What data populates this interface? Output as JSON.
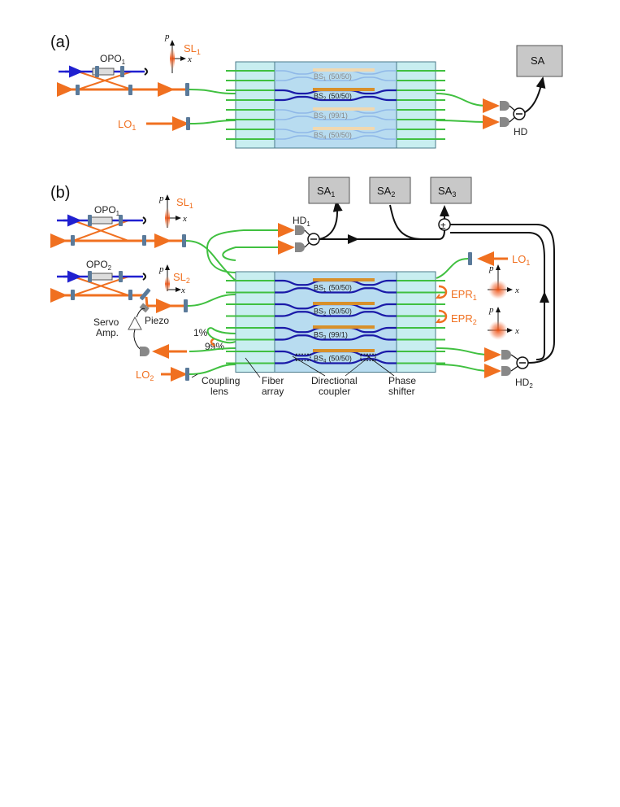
{
  "panels": {
    "a": "(a)",
    "b": "(b)"
  },
  "axes": {
    "p": "p",
    "x": "x"
  },
  "panel_a": {
    "opo": "OPO",
    "opo_sub": "1",
    "sl": "SL",
    "sl_sub": "1",
    "lo": "LO",
    "lo_sub": "1",
    "hd": "HD",
    "sa": "SA",
    "beamsplitters": [
      {
        "name": "BS",
        "sub": "1",
        "ratio": "(50/50)"
      },
      {
        "name": "BS",
        "sub": "2",
        "ratio": "(50/50)"
      },
      {
        "name": "BS",
        "sub": "3",
        "ratio": "(99/1)"
      },
      {
        "name": "BS",
        "sub": "4",
        "ratio": "(50/50)"
      }
    ]
  },
  "panel_b": {
    "opo1": "OPO",
    "opo1_sub": "1",
    "opo2": "OPO",
    "opo2_sub": "2",
    "sl1": "SL",
    "sl1_sub": "1",
    "sl2": "SL",
    "sl2_sub": "2",
    "servo": "Servo",
    "servo2": "Amp.",
    "piezo": "Piezo",
    "pct1": "1%",
    "pct99": "99%",
    "lo1": "LO",
    "lo1_sub": "1",
    "lo2": "LO",
    "lo2_sub": "2",
    "hd1": "HD",
    "hd1_sub": "1",
    "hd2": "HD",
    "hd2_sub": "2",
    "sa1": "SA",
    "sa1_sub": "1",
    "sa2": "SA",
    "sa2_sub": "2",
    "sa3": "SA",
    "sa3_sub": "3",
    "epr1": "EPR",
    "epr1_sub": "1",
    "epr2": "EPR",
    "epr2_sub": "2",
    "coupling1": "Coupling",
    "coupling2": "lens",
    "fiber1": "Fiber",
    "fiber2": "array",
    "directional1": "Directional",
    "directional2": "coupler",
    "phase1": "Phase",
    "phase2": "shifter",
    "beamsplitters": [
      {
        "name": "BS",
        "sub": "1",
        "ratio": "(50/50)"
      },
      {
        "name": "BS",
        "sub": "2",
        "ratio": "(50/50)"
      },
      {
        "name": "BS",
        "sub": "3",
        "ratio": "(99/1)"
      },
      {
        "name": "BS",
        "sub": "4",
        "ratio": "(50/50)"
      }
    ]
  },
  "colors": {
    "orange": "#f07020",
    "blue": "#2020d0",
    "green": "#40c040",
    "chip_light": "#c8eef0",
    "chip_dark": "#b8dcf0",
    "waveguide_dark": "#1a1aa8",
    "waveguide_light": "#8fb8e8",
    "heater": "#d8902a",
    "heater_light": "#f0d8b0",
    "box": "#c8c8c8"
  }
}
